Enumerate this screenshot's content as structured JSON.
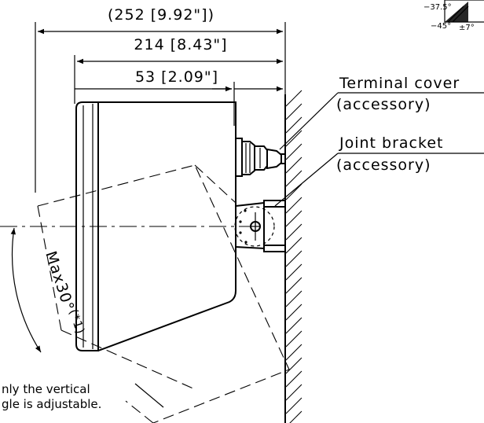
{
  "dimensions": {
    "overall": "(252 [9.92\"])",
    "body_depth": "214 [8.43\"]",
    "terminal_offset": "53 [2.09\"]"
  },
  "callouts": {
    "terminal_cover_line1": "Terminal cover",
    "terminal_cover_line2": "(accessory)",
    "joint_bracket_line1": "Joint bracket",
    "joint_bracket_line2": "(accessory)"
  },
  "angle_label": "Max30°",
  "angle_note_mark": "(*1)",
  "footnote": {
    "line1": "nly the vertical",
    "line2": "gle is adjustable."
  },
  "corner_labels": {
    "a": "−37.5°",
    "b": "−45°",
    "c": "±7°"
  }
}
